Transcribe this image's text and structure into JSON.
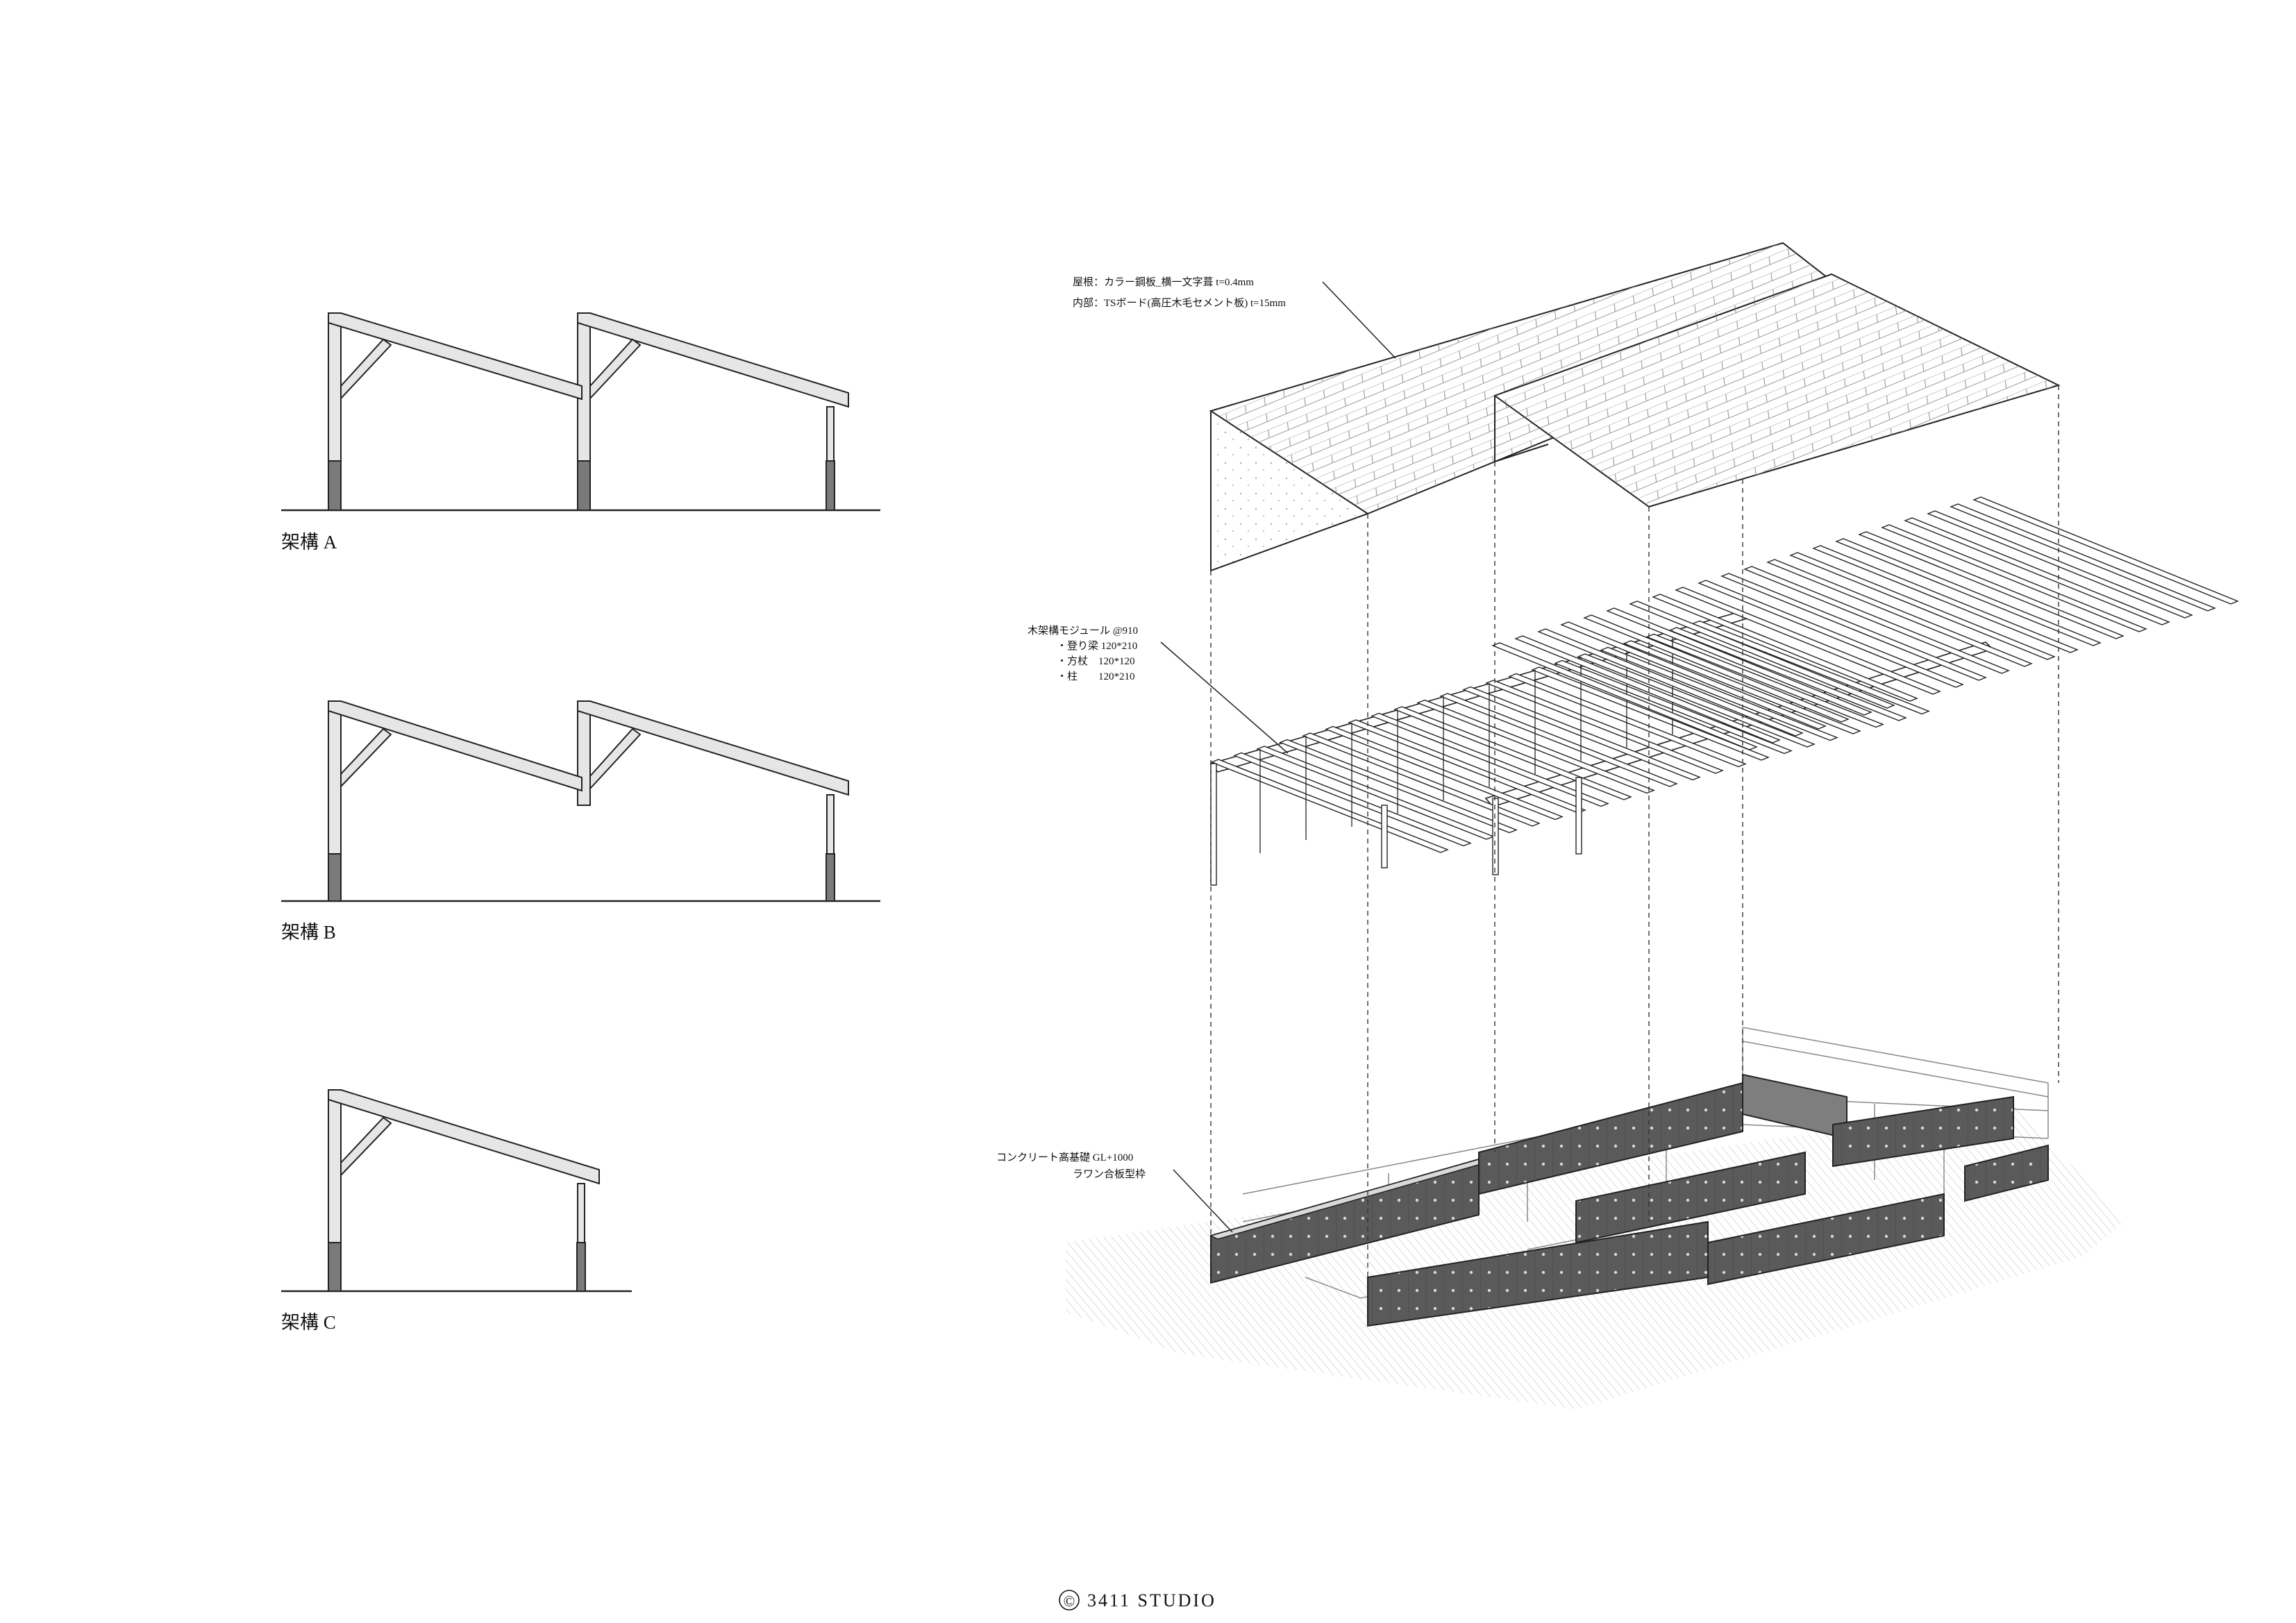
{
  "frames": {
    "a_label": "架構 A",
    "b_label": "架構 B",
    "c_label": "架構 C"
  },
  "callouts": {
    "roof_line1": "屋根：カラー鋼板_横一文字葺 t=0.4mm",
    "roof_line2": "内部：TSボード(高圧木毛セメント板) t=15mm",
    "frame_line1": "木架構モジュール @910",
    "frame_line2": "・登り梁 120*210",
    "frame_line3": "・方杖　120*120",
    "frame_line4": "・柱　　120*210",
    "found_line1": "コンクリート高基礎 GL+1000",
    "found_line2": "ラワン合板型枠"
  },
  "credit": {
    "symbol": "©",
    "name": "3411 STUDIO"
  },
  "colors": {
    "line": "#222222",
    "member_fill": "#e6e6e6",
    "footing_fill": "#7a7a7a",
    "concrete_fill": "#595959",
    "roof_fill": "#ffffff",
    "hatch": "#bdbdbd"
  }
}
